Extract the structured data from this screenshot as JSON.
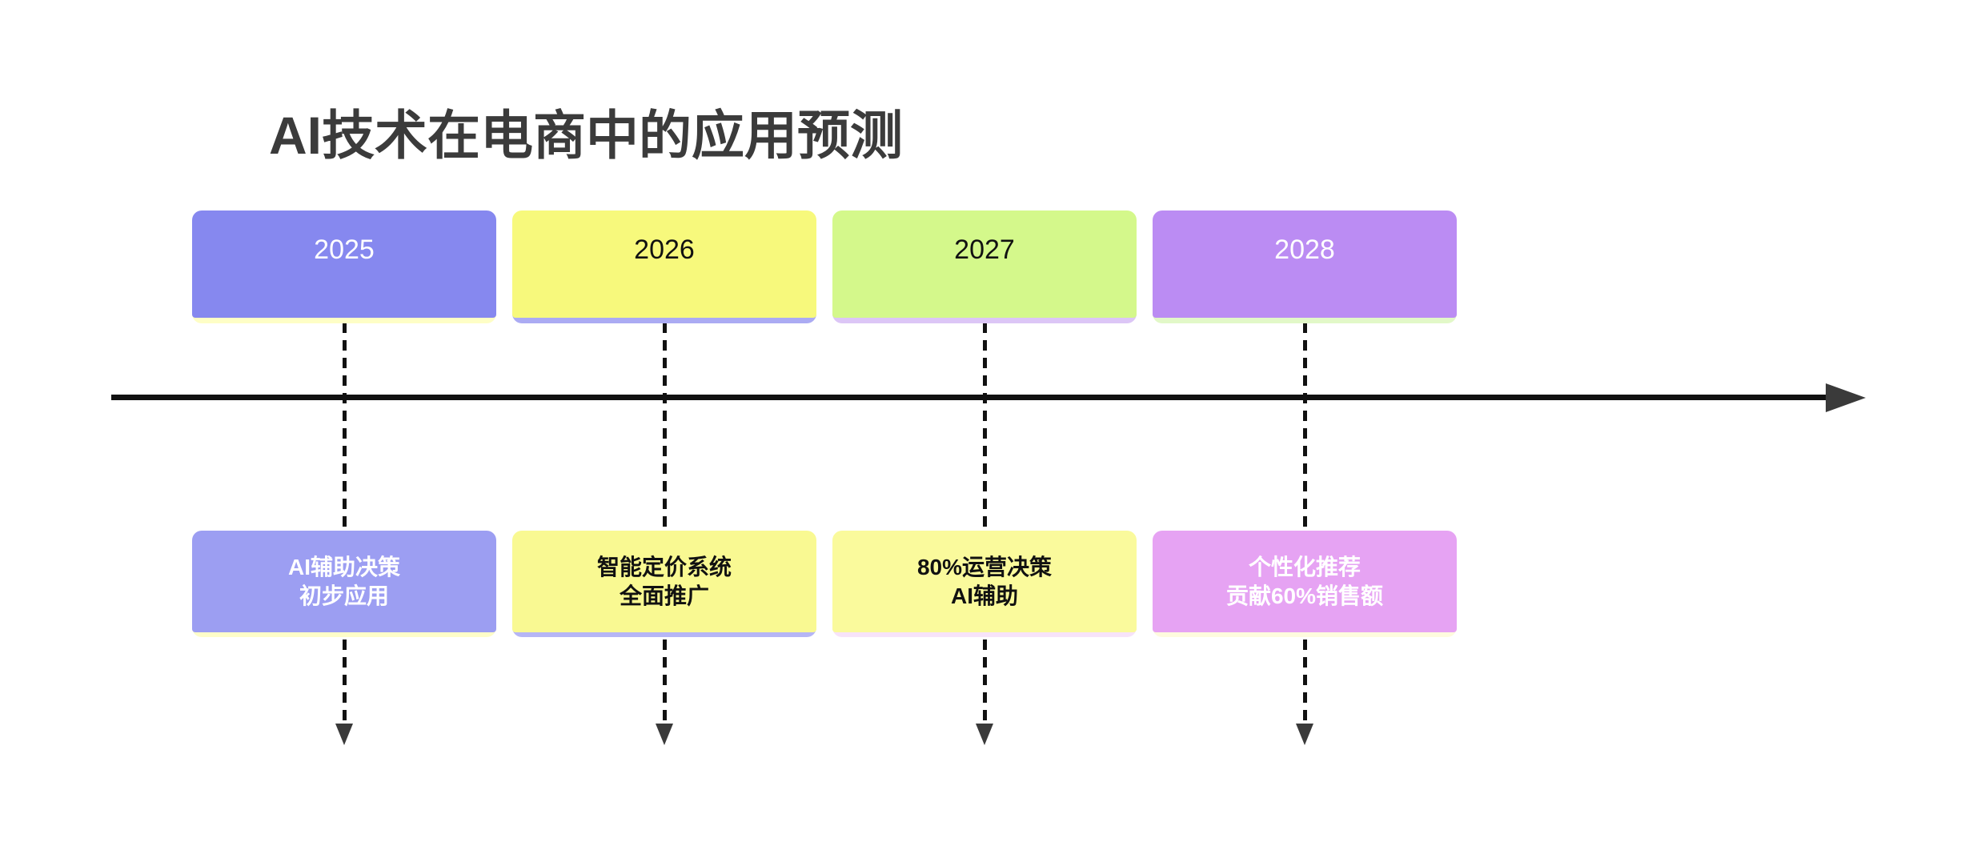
{
  "title": "AI技术在电商中的应用预测",
  "title_color": "#3b3b3b",
  "background_color": "#ffffff",
  "timeline": {
    "axis_color": "#111111",
    "arrowhead_color": "#3a3a3a",
    "connector_style": "dashed",
    "milestones": [
      {
        "year": "2025",
        "description": "AI辅助决策\n初步应用",
        "colors": {
          "year_bg": "#8688EF",
          "year_text": "#FFFFFF",
          "year_shadow": "#FEFEC6",
          "desc_bg": "#9C9EF2",
          "desc_text": "#FFFFFF",
          "desc_shadow": "#FEFDC9"
        }
      },
      {
        "year": "2026",
        "description": "智能定价系统\n全面推广",
        "colors": {
          "year_bg": "#F7F97C",
          "year_text": "#111111",
          "year_shadow": "#ABABF3",
          "desc_bg": "#F9F992",
          "desc_text": "#111111",
          "desc_shadow": "#B6B6F5"
        }
      },
      {
        "year": "2027",
        "description": "80%运营决策\nAI辅助",
        "colors": {
          "year_bg": "#D4F88B",
          "year_text": "#111111",
          "year_shadow": "#DCC6F6",
          "desc_bg": "#FAFA9C",
          "desc_text": "#111111",
          "desc_shadow": "#F7E3F9"
        }
      },
      {
        "year": "2028",
        "description": "个性化推荐\n贡献60%销售额",
        "colors": {
          "year_bg": "#BB8CF3",
          "year_text": "#FFFFFF",
          "year_shadow": "#E2F8C8",
          "desc_bg": "#E6A3F3",
          "desc_text": "#FFFFFF",
          "desc_shadow": "#FEFBDE"
        }
      }
    ]
  }
}
